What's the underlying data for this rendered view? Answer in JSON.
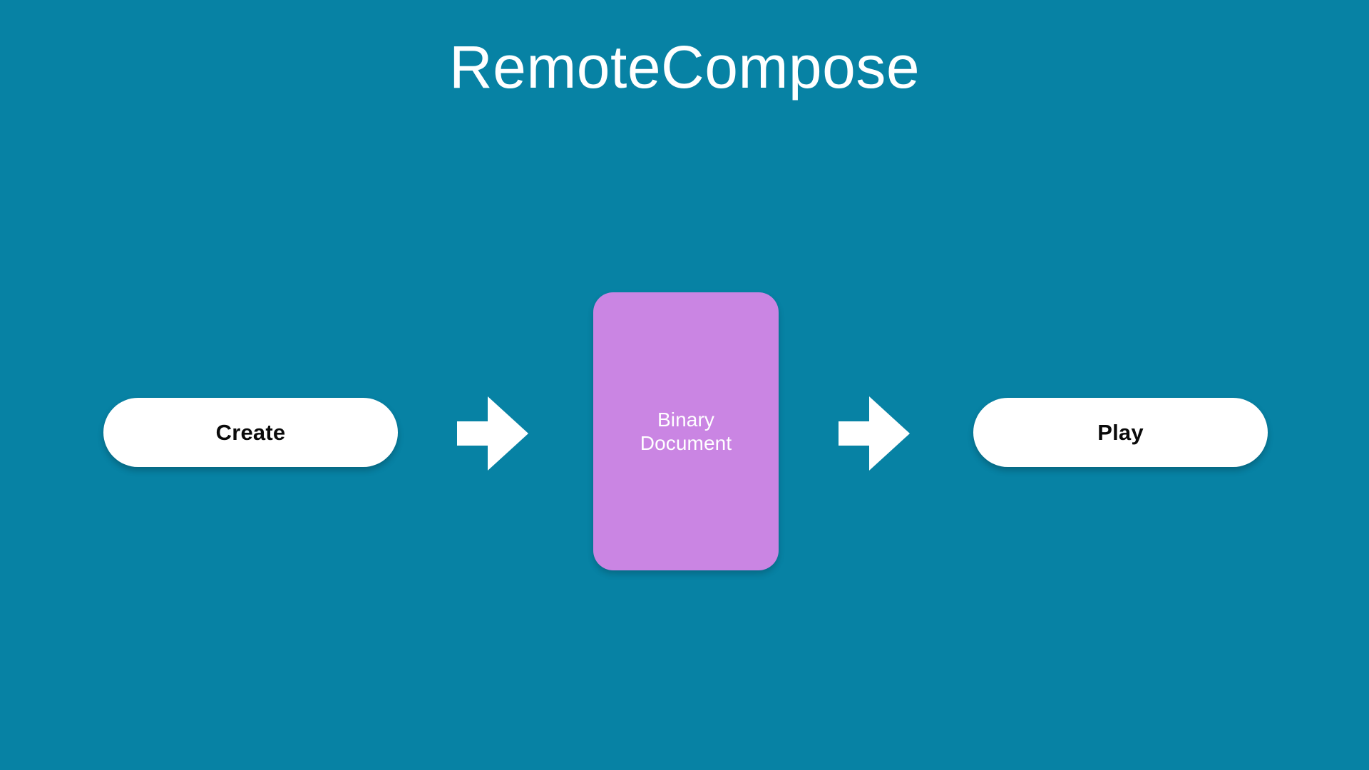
{
  "slide": {
    "background_color": "#0782a4",
    "title": "RemoteCompose"
  },
  "diagram": {
    "type": "flow",
    "direction": "left-to-right",
    "nodes": [
      {
        "id": "create",
        "label": "Create",
        "shape": "pill",
        "fill_color": "#ffffff",
        "text_color": "#0a0a0a"
      },
      {
        "id": "binary-document",
        "label_line_1": "Binary",
        "label_line_2": "Document",
        "shape": "rounded-rect",
        "fill_color": "#ca85e3",
        "text_color": "#ffffff"
      },
      {
        "id": "play",
        "label": "Play",
        "shape": "pill",
        "fill_color": "#ffffff",
        "text_color": "#0a0a0a"
      }
    ],
    "connectors": [
      {
        "id": "arrow-1",
        "icon": "arrow-right-icon",
        "from": "create",
        "to": "binary-document",
        "color": "#ffffff"
      },
      {
        "id": "arrow-2",
        "icon": "arrow-right-icon",
        "from": "binary-document",
        "to": "play",
        "color": "#ffffff"
      }
    ]
  }
}
